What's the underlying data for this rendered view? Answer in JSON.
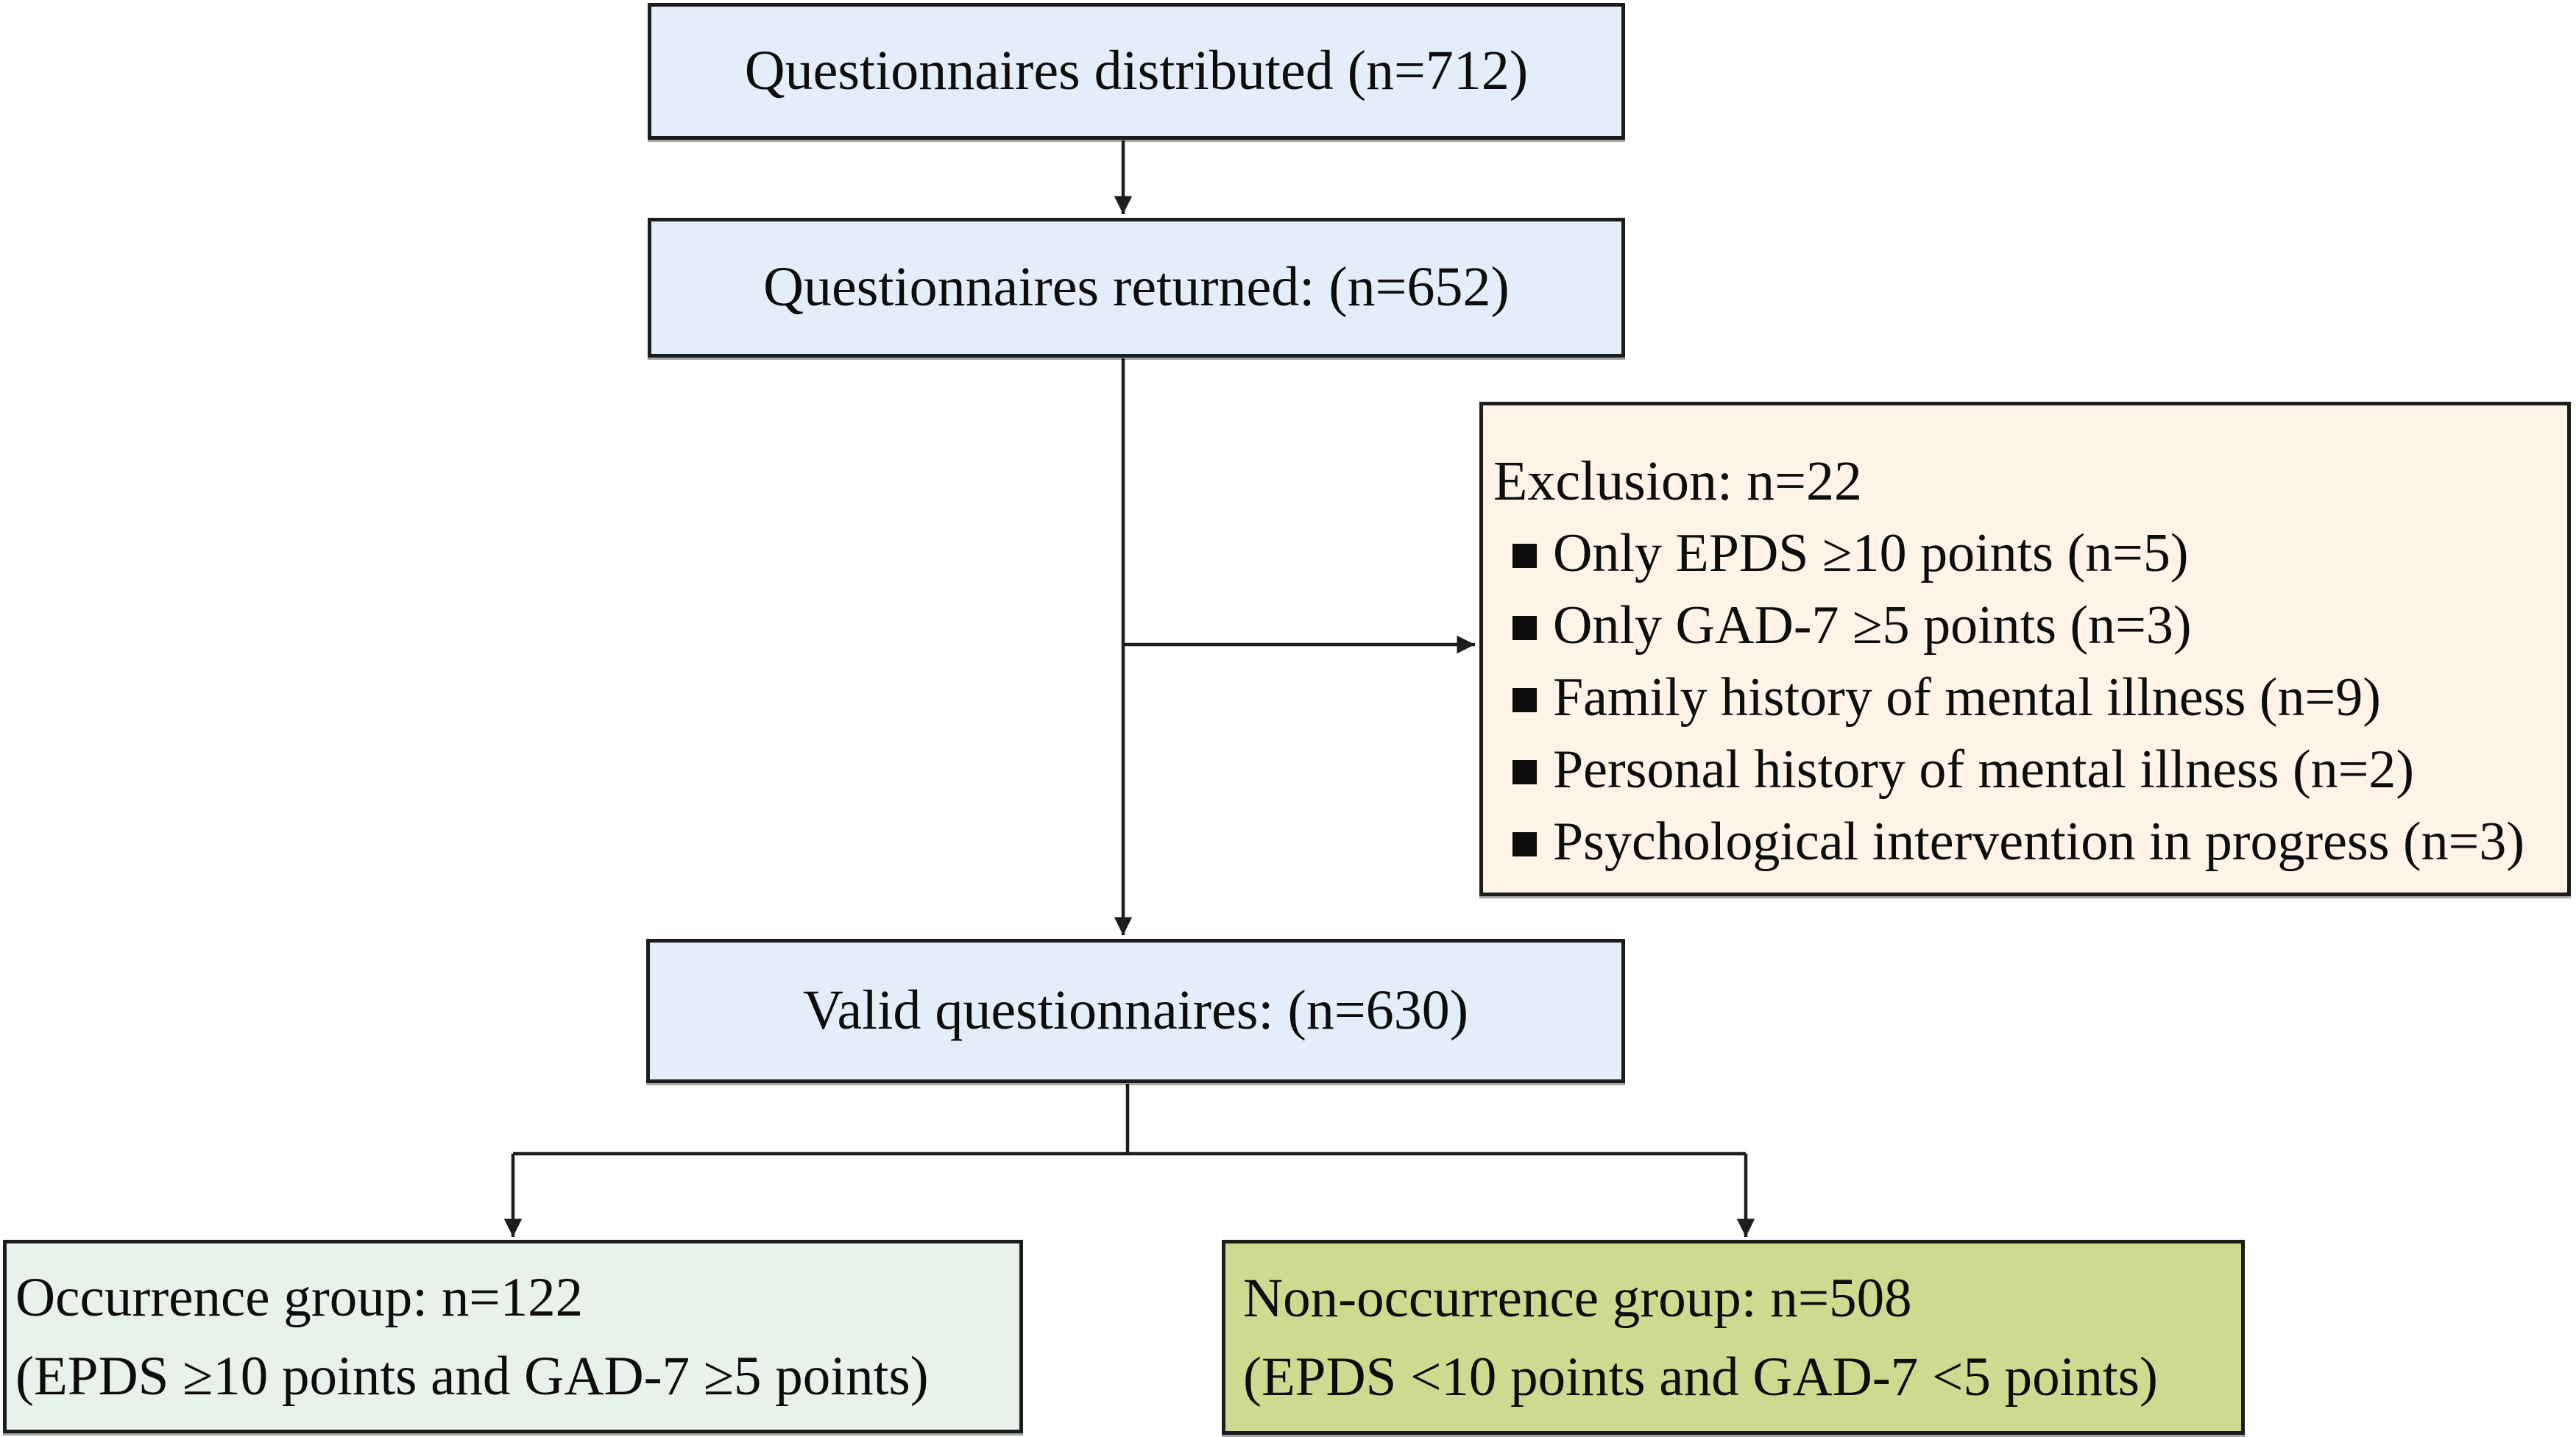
{
  "figure": {
    "type": "study-flow-diagram",
    "colors": {
      "box_blue": "#e3eefa",
      "box_peach": "#fdf3e6",
      "box_mint": "#e9f1eb",
      "box_olive": "#ccdb8f",
      "border": "#1d1d1d",
      "text": "#0d0d0d",
      "bullet_icon": "black-square"
    },
    "nodes": {
      "distributed": {
        "label": "Questionnaires distributed (n=712)"
      },
      "returned": {
        "label": "Questionnaires returned: (n=652)"
      },
      "exclusion": {
        "title": "Exclusion: n=22",
        "items": [
          "Only EPDS ≥10 points (n=5)",
          "Only GAD-7 ≥5 points (n=3)",
          "Family history of mental illness (n=9)",
          "Personal history of mental illness (n=2)",
          "Psychological intervention in progress (n=3)"
        ]
      },
      "valid": {
        "label": "Valid questionnaires: (n=630)"
      },
      "occurrence": {
        "line1": "Occurrence group: n=122",
        "line2": "(EPDS ≥10 points and GAD-7 ≥5 points)"
      },
      "non_occurrence": {
        "line1": "Non-occurrence group: n=508",
        "line2": "(EPDS <10 points and GAD-7 <5 points)"
      }
    },
    "counts": {
      "distributed": 712,
      "returned": 652,
      "excluded": 22,
      "valid": 630,
      "occurrence": 122,
      "non_occurrence": 508
    }
  }
}
